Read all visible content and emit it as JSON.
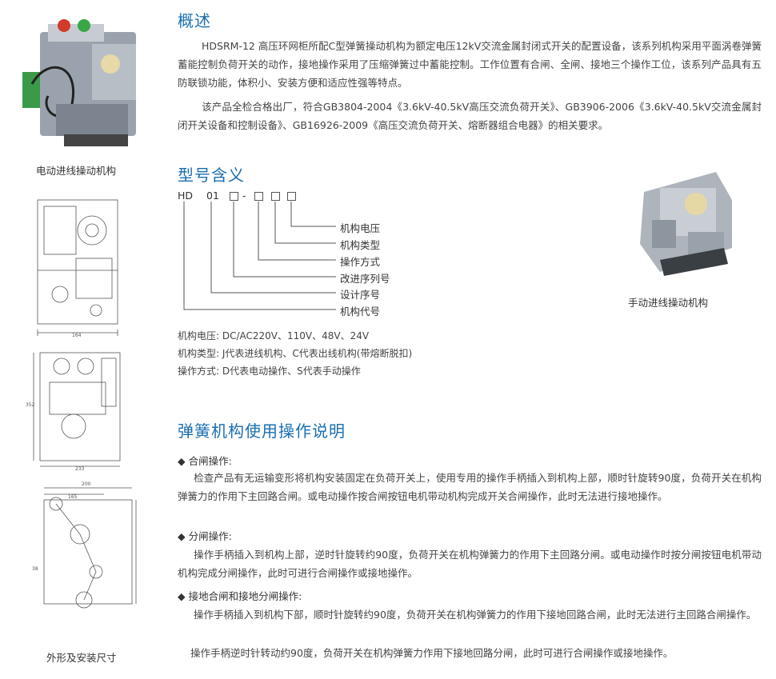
{
  "left": {
    "cap1": "电动进线操动机构",
    "cap2": "外形及安装尺寸"
  },
  "overview": {
    "title": "概述",
    "p1": "HDSRM-12 高压环网柜所配C型弹簧操动机构为额定电压12kV交流金属封闭式开关的配置设备，该系列机构采用平面涡卷弹簧蓄能控制负荷开关的动作，接地操作采用了压缩弹簧过中蓄能控制。工作位置有合闸、全闸、接地三个操作工位，该系列产品具有五防联锁功能，体积小、安装方便和适应性强等特点。",
    "p2": "该产品全检合格出厂，符合GB3804-2004《3.6kV-40.5kV高压交流负荷开关》、GB3906-2006《3.6kV-40.5kV交流金属封闭开关设备和控制设备》、GB16926-2009《高压交流负荷开关、熔断器组合电器》的相关要求。"
  },
  "model": {
    "title": "型号含义",
    "hd": "HD",
    "num": "01",
    "dash": "-",
    "labels": [
      "机构电压",
      "机构类型",
      "操作方式",
      "改进序列号",
      "设计序号",
      "机构代号"
    ],
    "notes": [
      "机构电压: DC/AC220V、110V、48V、24V",
      "机构类型: J代表进线机构、C代表出线机构(带熔断脱扣)",
      "操作方式: D代表电动操作、S代表手动操作"
    ],
    "photo_caption": "手动进线操动机构"
  },
  "instructions": {
    "title": "弹簧机构使用操作说明",
    "close_head": "◆ 合闸操作:",
    "close_text": "检查产品有无运输变形将机构安装固定在负荷开关上，使用专用的操作手柄插入到机构上部，顺时针旋转90度，负荷开关在机构弹簧力的作用下主回路合闸。或电动操作按合闸按钮电机带动机构完成开关合闸操作，此时无法进行接地操作。",
    "open_head": "◆ 分闸操作:",
    "open_text": "操作手柄插入到机构上部，逆时针旋转约90度，负荷开关在机构弹簧力的作用下主回路分闸。或电动操作时按分闸按钮电机带动机构完成分闸操作，此时可进行合闸操作或接地操作。",
    "earth_head": "◆ 接地合闸和接地分闸操作:",
    "earth_text1": "操作手柄插入到机构下部，顺时针旋转约90度，负荷开关在机构弹簧力的作用下接地回路合闸，此时无法进行主回路合闸操作。",
    "earth_text2": "操作手柄逆时针转动约90度，负荷开关在机构弹簧力作用下接地回路分闸，此时可进行合闸操作或接地操作。"
  },
  "drawings": {
    "dim_front_w": "164",
    "dim_side_w": "233",
    "dim_side_h": "352",
    "dim_bottom_a": "200",
    "dim_bottom_b": "165",
    "dim_bottom_c": "38"
  }
}
